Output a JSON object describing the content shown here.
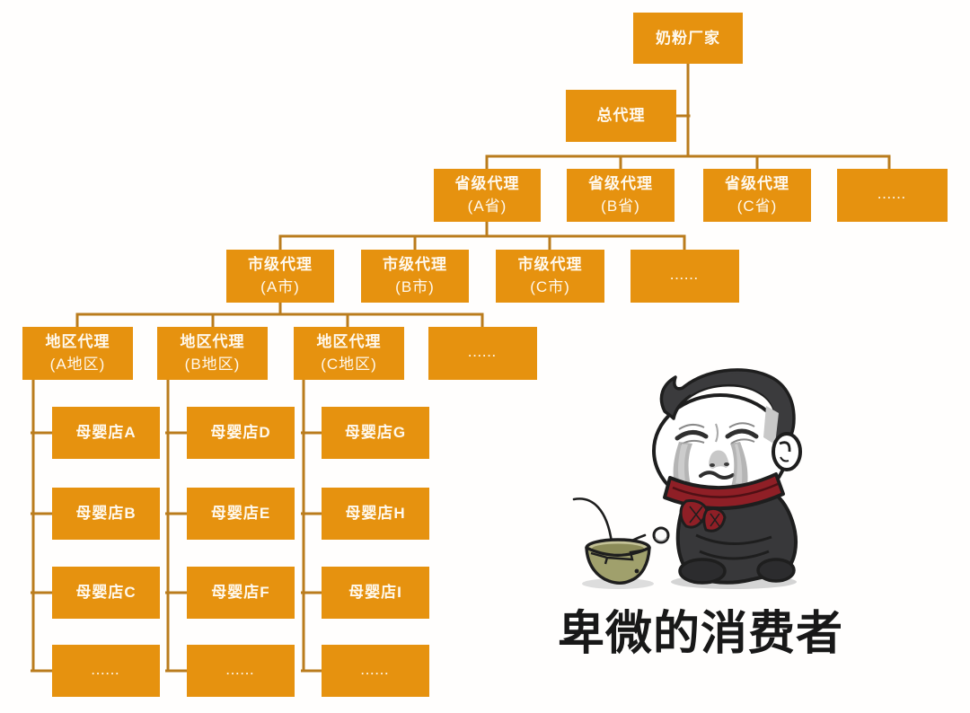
{
  "caption": "卑微的消费者",
  "colors": {
    "node_fill": "#E6920F",
    "node_text": "#FFF9EE",
    "connector": "#BA7C1D",
    "caption_text": "#181818",
    "scarf_red": "#8F1F26",
    "bowl_olive": "#A0A06C",
    "body_gray": "#38383A"
  },
  "tree": {
    "root": {
      "label": "奶粉厂家"
    },
    "general_agent": {
      "label": "总代理"
    },
    "province_level": [
      {
        "line1": "省级代理",
        "line2": "(A省)"
      },
      {
        "line1": "省级代理",
        "line2": "(B省)"
      },
      {
        "line1": "省级代理",
        "line2": "(C省)"
      },
      {
        "line1": "......",
        "line2": ""
      }
    ],
    "city_level": [
      {
        "line1": "市级代理",
        "line2": "(A市)"
      },
      {
        "line1": "市级代理",
        "line2": "(B市)"
      },
      {
        "line1": "市级代理",
        "line2": "(C市)"
      },
      {
        "line1": "......",
        "line2": ""
      }
    ],
    "district_level": [
      {
        "line1": "地区代理",
        "line2": "(A地区)"
      },
      {
        "line1": "地区代理",
        "line2": "(B地区)"
      },
      {
        "line1": "地区代理",
        "line2": "(C地区)"
      },
      {
        "line1": "......",
        "line2": ""
      }
    ],
    "store_columns": [
      {
        "parent": "A地区",
        "stores": [
          "母婴店A",
          "母婴店B",
          "母婴店C",
          "......"
        ]
      },
      {
        "parent": "B地区",
        "stores": [
          "母婴店D",
          "母婴店E",
          "母婴店F",
          "......"
        ]
      },
      {
        "parent": "C地区",
        "stores": [
          "母婴店G",
          "母婴店H",
          "母婴店I",
          "......"
        ]
      }
    ]
  },
  "illustration": {
    "name": "crying-kneeling-consumer-meme",
    "parts": [
      "hair",
      "crying-face",
      "ear",
      "tears",
      "red-scarf",
      "kneeling-body",
      "begging-bowl",
      "tossed-coin",
      "toss-arc",
      "shadow"
    ]
  }
}
